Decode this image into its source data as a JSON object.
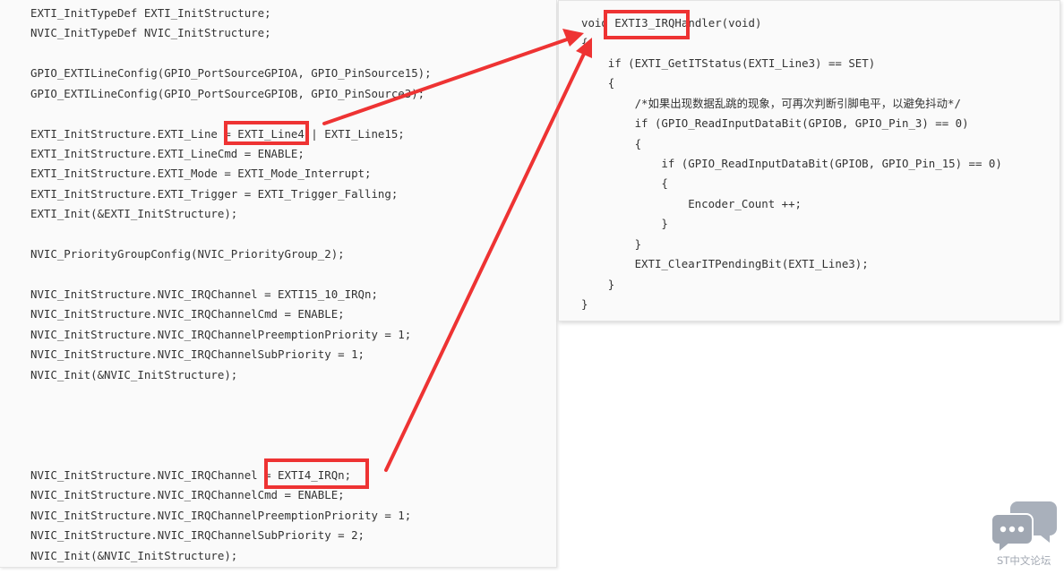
{
  "left_code": [
    {
      "row": 0,
      "indent": 0,
      "text": "EXTI_InitTypeDef EXTI_InitStructure;"
    },
    {
      "row": 1,
      "indent": 0,
      "text": "NVIC_InitTypeDef NVIC_InitStructure;"
    },
    {
      "row": 3,
      "indent": 0,
      "text": "GPIO_EXTILineConfig(GPIO_PortSourceGPIOA, GPIO_PinSource15);"
    },
    {
      "row": 4,
      "indent": 0,
      "text": "GPIO_EXTILineConfig(GPIO_PortSourceGPIOB, GPIO_PinSource3);"
    },
    {
      "row": 6,
      "indent": 0,
      "text": "EXTI_InitStructure.EXTI_Line = EXTI_Line4 | EXTI_Line15;"
    },
    {
      "row": 7,
      "indent": 0,
      "text": "EXTI_InitStructure.EXTI_LineCmd = ENABLE;"
    },
    {
      "row": 8,
      "indent": 0,
      "text": "EXTI_InitStructure.EXTI_Mode = EXTI_Mode_Interrupt;"
    },
    {
      "row": 9,
      "indent": 0,
      "text": "EXTI_InitStructure.EXTI_Trigger = EXTI_Trigger_Falling;"
    },
    {
      "row": 10,
      "indent": 0,
      "text": "EXTI_Init(&EXTI_InitStructure);"
    },
    {
      "row": 12,
      "indent": 0,
      "text": "NVIC_PriorityGroupConfig(NVIC_PriorityGroup_2);"
    },
    {
      "row": 14,
      "indent": 0,
      "text": "NVIC_InitStructure.NVIC_IRQChannel = EXTI15_10_IRQn;"
    },
    {
      "row": 15,
      "indent": 0,
      "text": "NVIC_InitStructure.NVIC_IRQChannelCmd = ENABLE;"
    },
    {
      "row": 16,
      "indent": 0,
      "text": "NVIC_InitStructure.NVIC_IRQChannelPreemptionPriority = 1;"
    },
    {
      "row": 17,
      "indent": 0,
      "text": "NVIC_InitStructure.NVIC_IRQChannelSubPriority = 1;"
    },
    {
      "row": 18,
      "indent": 0,
      "text": "NVIC_Init(&NVIC_InitStructure);"
    },
    {
      "row": 23,
      "indent": 0,
      "text": "NVIC_InitStructure.NVIC_IRQChannel = EXTI4_IRQn;"
    },
    {
      "row": 24,
      "indent": 0,
      "text": "NVIC_InitStructure.NVIC_IRQChannelCmd = ENABLE;"
    },
    {
      "row": 25,
      "indent": 0,
      "text": "NVIC_InitStructure.NVIC_IRQChannelPreemptionPriority = 1;"
    },
    {
      "row": 26,
      "indent": 0,
      "text": "NVIC_InitStructure.NVIC_IRQChannelSubPriority = 2;"
    },
    {
      "row": 27,
      "indent": 0,
      "text": "NVIC_Init(&NVIC_InitStructure);"
    }
  ],
  "right_code": [
    {
      "row": 0,
      "indent": 0,
      "text": "void EXTI3_IRQHandler(void)"
    },
    {
      "row": 1,
      "indent": 0,
      "text": "{"
    },
    {
      "row": 2,
      "indent": 1,
      "text": "if (EXTI_GetITStatus(EXTI_Line3) == SET)"
    },
    {
      "row": 3,
      "indent": 1,
      "text": "{"
    },
    {
      "row": 4,
      "indent": 2,
      "text": "/*如果出现数据乱跳的现象，可再次判断引脚电平，以避免抖动*/"
    },
    {
      "row": 5,
      "indent": 2,
      "text": "if (GPIO_ReadInputDataBit(GPIOB, GPIO_Pin_3) == 0)"
    },
    {
      "row": 6,
      "indent": 2,
      "text": "{"
    },
    {
      "row": 7,
      "indent": 3,
      "text": "if (GPIO_ReadInputDataBit(GPIOB, GPIO_Pin_15) == 0)"
    },
    {
      "row": 8,
      "indent": 3,
      "text": "{"
    },
    {
      "row": 9,
      "indent": 4,
      "text": "Encoder_Count ++;"
    },
    {
      "row": 10,
      "indent": 3,
      "text": "}"
    },
    {
      "row": 11,
      "indent": 2,
      "text": "}"
    },
    {
      "row": 12,
      "indent": 2,
      "text": "EXTI_ClearITPendingBit(EXTI_Line3);"
    },
    {
      "row": 13,
      "indent": 1,
      "text": "}"
    },
    {
      "row": 14,
      "indent": 0,
      "text": "}"
    }
  ],
  "watermark": {
    "text": "ST中文论坛"
  },
  "colors": {
    "annotation": "#ee3333",
    "code": "#333333",
    "background": "#fafafa"
  }
}
